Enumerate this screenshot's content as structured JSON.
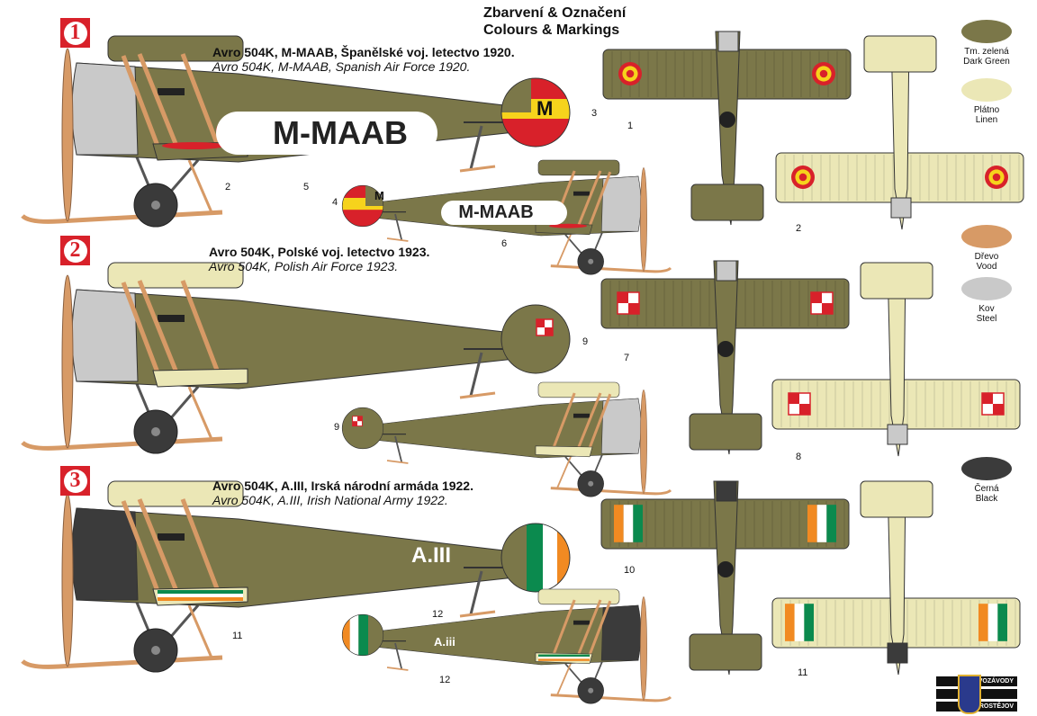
{
  "header": {
    "title_cz": "Zbarvení & Označení",
    "title_en": "Colours & Markings"
  },
  "colors": {
    "olive": "#7b7749",
    "linen": "#ebe7b6",
    "wood": "#d79a66",
    "steel": "#c9c9c9",
    "black": "#3b3b3b",
    "red": "#d8212a",
    "yellow": "#f6d31c",
    "green": "#0b8a4e",
    "orange": "#f18a22"
  },
  "legend": [
    {
      "cz": "Tm. zelená",
      "en": "Dark Green",
      "color": "#7b7749"
    },
    {
      "cz": "Plátno",
      "en": "Linen",
      "color": "#ebe7b6"
    },
    {
      "cz": "Dřevo",
      "en": "Vood",
      "color": "#d79a66"
    },
    {
      "cz": "Kov",
      "en": "Steel",
      "color": "#c9c9c9"
    },
    {
      "cz": "Černá",
      "en": "Black",
      "color": "#3b3b3b"
    }
  ],
  "schemes": [
    {
      "badge": "1",
      "caption_cz": "Avro 504K, M-MAAB, Španělské voj. letectvo 1920.",
      "caption_en": "Avro 504K, M-MAAB, Spanish Air Force  1920.",
      "registration": "M-MAAB",
      "rudder_letter": "M",
      "marking": "spanish-roundel"
    },
    {
      "badge": "2",
      "caption_cz": "Avro 504K, Polské voj. letectvo 1923.",
      "caption_en": "Avro 504K, Polish Air Force  1923.",
      "marking": "polish-checkerboard"
    },
    {
      "badge": "3",
      "caption_cz": "Avro 504K, A.III, Irská národní armáda  1922.",
      "caption_en": "Avro 504K, A.III, Irish National Army  1922.",
      "registration": "A.III",
      "registration_small": "A.iii",
      "marking": "irish-tricolour"
    }
  ],
  "callouts": [
    "1",
    "2",
    "3",
    "4",
    "5",
    "6",
    "2",
    "7",
    "8",
    "9",
    "9",
    "10",
    "11",
    "12",
    "12",
    "11"
  ],
  "logo": {
    "top": "KOVOZÁVODY",
    "bottom": "PROSTĚJOV"
  }
}
